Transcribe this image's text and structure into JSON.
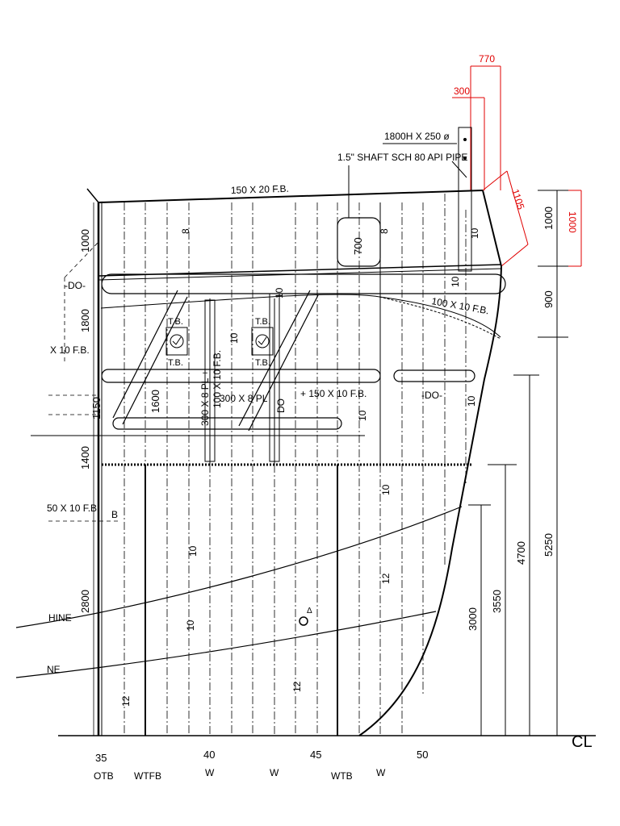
{
  "red_dims": {
    "d770": "770",
    "d300": "300",
    "d1105": "1105",
    "d1000": "1000"
  },
  "notes": {
    "pipe_line1": "1800H X 250 ø",
    "pipe_line2": "1.5\" SHAFT SCH 80 API PIPE",
    "fb_top": "150 X 20 F.B.",
    "fb_100x10": "100 X 10 F.B.",
    "fb_x10": "X 10 F.B.",
    "fb_50x10": "50 X 10 F.B.",
    "fb_150x10": "+ 150 X 10 F.B.",
    "pl_300x8_a": "300 X 8 PL +",
    "pl_100x10": "100 X 10 F.B.",
    "pl_300x8_b": "300 X 8 PL",
    "tb": "T.B.",
    "do": "-DO-",
    "do_vert": "DO",
    "b": "B",
    "hine": "HINE",
    "ne": "NE",
    "cl": "CL",
    "delta": "Δ"
  },
  "thickness": {
    "t8": "8",
    "t10": "10",
    "t12": "12"
  },
  "dims": {
    "d1000": "1000",
    "d900": "900",
    "d5250": "5250",
    "d4700": "4700",
    "d3550": "3550",
    "d3000": "3000",
    "d700": "700",
    "d1800": "1800",
    "d1150": "1150",
    "d1400": "1400",
    "d2800": "2800",
    "d1600": "1600"
  },
  "frames": {
    "f35": "35",
    "f40": "40",
    "f45": "45",
    "f50": "50"
  },
  "frame_labels": {
    "otb": "OTB",
    "wtfb": "WTFB",
    "w1": "W",
    "w2": "W",
    "wtb": "WTB",
    "w3": "W"
  }
}
